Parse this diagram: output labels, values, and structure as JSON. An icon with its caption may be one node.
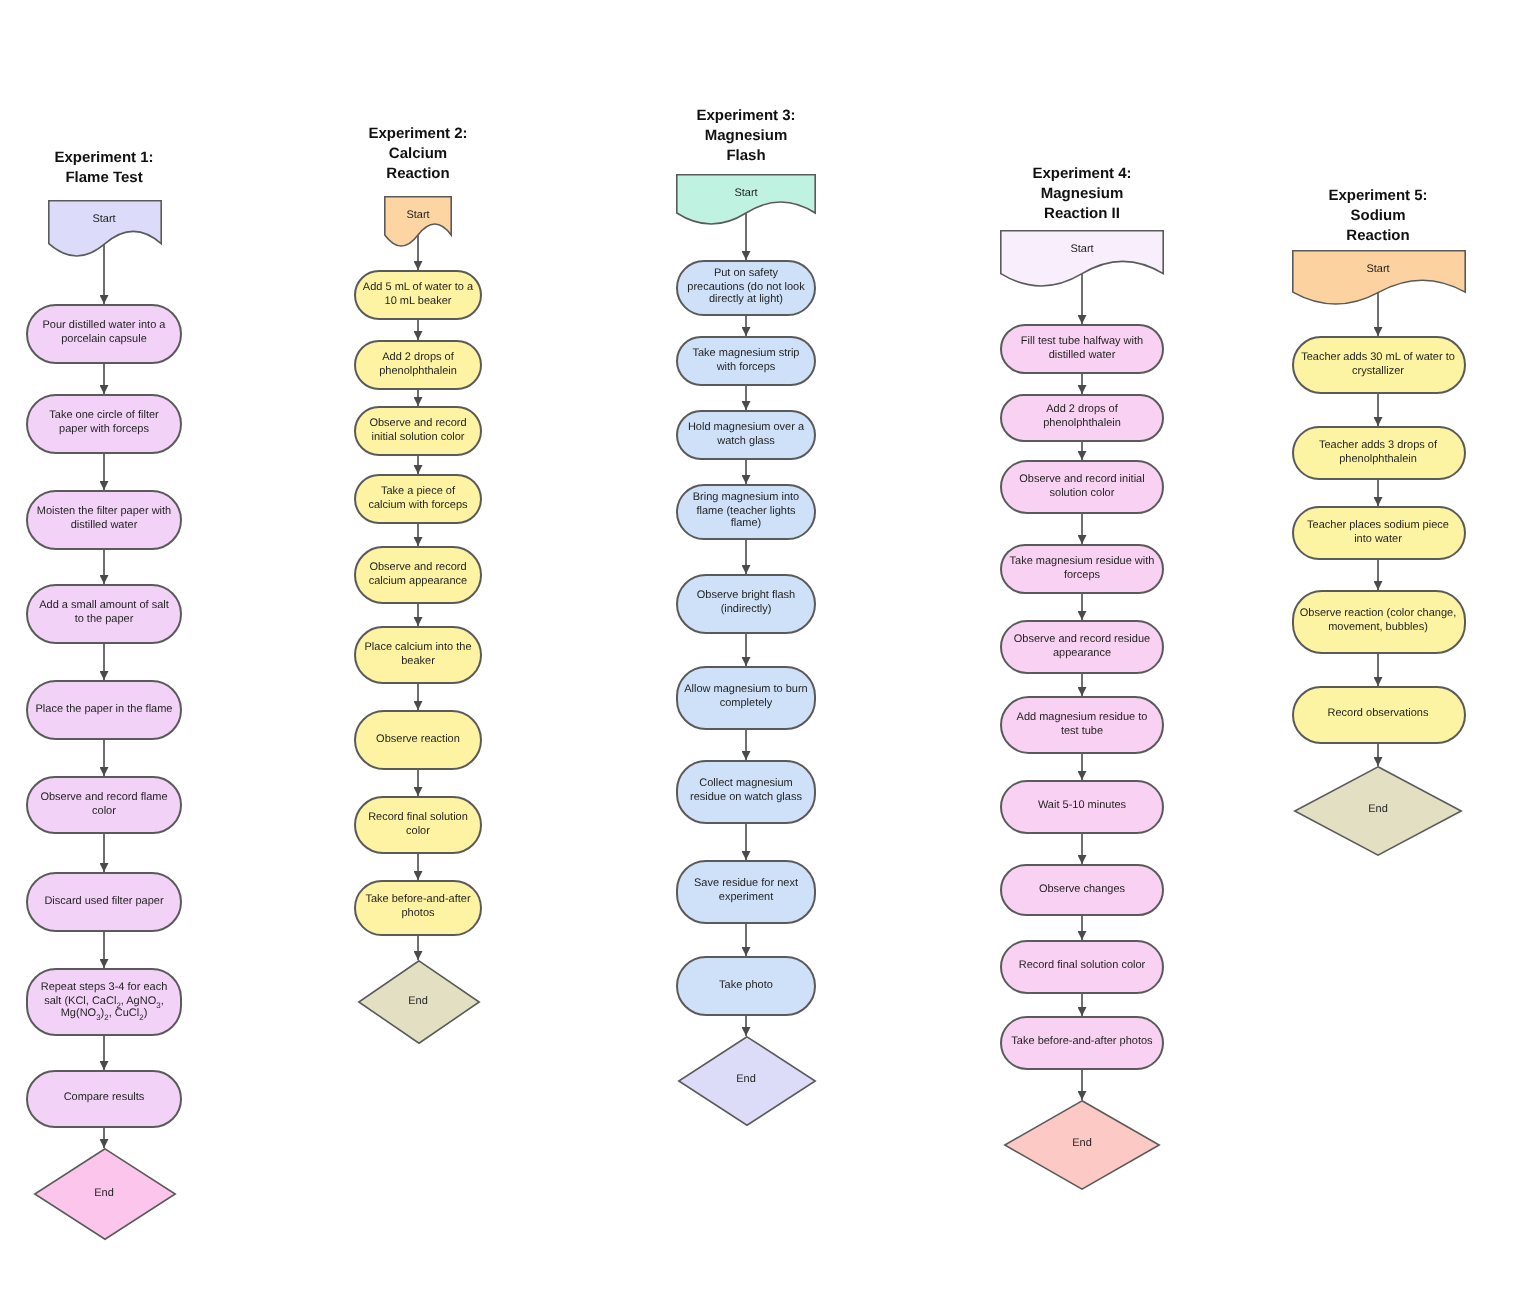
{
  "diagram": {
    "nodes": [
      {
        "text": [
          "Start"
        ]
      },
      {
        "text": [
          "Pour distilled water into a porcelain capsule"
        ]
      },
      {
        "text": [
          "Take one circle of filter paper with forceps"
        ]
      },
      {
        "text": [
          "Moisten the filter paper with distilled water"
        ]
      },
      {
        "text": [
          "Add a small amount of salt to the paper"
        ]
      },
      {
        "text": [
          "Place the paper in the flame"
        ]
      },
      {
        "text": [
          "Observe and record flame color"
        ]
      },
      {
        "text": [
          "Discard used filter paper"
        ]
      },
      {
        "text": [
          "Repeat steps 3-4 for each salt (KCl, CaCl$_{2}$, AgNO$_{3}$, Mg(NO$_{3}$)$_{2}$, CuCl$_{2}$)"
        ]
      },
      {
        "text": [
          "Compare results"
        ]
      },
      {
        "text": [
          "End"
        ]
      },
      {
        "text": [
          "Start"
        ]
      },
      {
        "text": [
          "Add 5 mL of water to a 10 mL beaker"
        ]
      },
      {
        "text": [
          "Add 2 drops of phenolphthalein"
        ]
      },
      {
        "text": [
          "Observe and record initial solution color"
        ]
      },
      {
        "text": [
          "Take a piece of calcium with forceps"
        ]
      },
      {
        "text": [
          "Observe and record calcium appearance"
        ]
      },
      {
        "text": [
          "Place calcium into the beaker"
        ]
      },
      {
        "text": [
          "Observe reaction"
        ]
      },
      {
        "text": [
          "Record final solution color"
        ]
      },
      {
        "text": [
          "Take before-and-after photos"
        ]
      },
      {
        "text": [
          "End"
        ]
      },
      {
        "text": [
          "Start"
        ]
      },
      {
        "text": [
          "Put on safety precautions (do not look directly at light)"
        ]
      },
      {
        "text": [
          "Take magnesium strip with forceps"
        ]
      },
      {
        "text": [
          "Hold magnesium over a watch glass"
        ]
      },
      {
        "text": [
          "Bring magnesium into flame (teacher lights flame)"
        ]
      },
      {
        "text": [
          "Observe bright flash (indirectly)"
        ]
      },
      {
        "text": [
          "Allow magnesium to burn completely"
        ]
      },
      {
        "text": [
          "Collect magnesium residue on watch glass"
        ]
      },
      {
        "text": [
          "Save residue for next experiment"
        ]
      },
      {
        "text": [
          "Take photo"
        ]
      },
      {
        "text": [
          "End"
        ]
      },
      {
        "text": [
          "Start"
        ]
      },
      {
        "text": [
          "Fill test tube halfway with distilled water"
        ]
      },
      {
        "text": [
          "Add 2 drops of phenolphthalein"
        ]
      },
      {
        "text": [
          "Observe and record initial solution color"
        ]
      },
      {
        "text": [
          "Take magnesium residue with forceps"
        ]
      },
      {
        "text": [
          "Observe and record residue appearance"
        ]
      },
      {
        "text": [
          "Add magnesium residue to test tube"
        ]
      },
      {
        "text": [
          "Wait 5-10 minutes"
        ]
      },
      {
        "text": [
          "Observe changes"
        ]
      },
      {
        "text": [
          "Record final solution color"
        ]
      },
      {
        "text": [
          "Take before-and-after photos"
        ]
      },
      {
        "text": [
          "End"
        ]
      },
      {
        "text": [
          "Start"
        ]
      },
      {
        "text": [
          "Teacher adds 30 mL of water to crystallizer"
        ]
      },
      {
        "text": [
          "Teacher adds 3 drops of phenolphthalein"
        ]
      },
      {
        "text": [
          "Teacher places sodium piece into water"
        ]
      },
      {
        "text": [
          "Observe reaction (color change, movement, bubbles)"
        ]
      },
      {
        "text": [
          "Record observations"
        ]
      },
      {
        "text": [
          "End"
        ]
      }
    ],
    "edges": [
      {
        "from": 0,
        "to": 1,
        "arrow": "to"
      },
      {
        "from": 1,
        "to": 2,
        "arrow": "to"
      },
      {
        "from": 2,
        "to": 3,
        "arrow": "to"
      },
      {
        "from": 3,
        "to": 4,
        "arrow": "to"
      },
      {
        "from": 4,
        "to": 5,
        "arrow": "to"
      },
      {
        "from": 5,
        "to": 6,
        "arrow": "to"
      },
      {
        "from": 6,
        "to": 7,
        "arrow": "to"
      },
      {
        "from": 7,
        "to": 8,
        "arrow": "to"
      },
      {
        "from": 8,
        "to": 9,
        "arrow": "to"
      },
      {
        "from": 9,
        "to": 10,
        "arrow": "to"
      },
      {
        "from": 11,
        "to": 12,
        "arrow": "to"
      },
      {
        "from": 12,
        "to": 13,
        "arrow": "to"
      },
      {
        "from": 13,
        "to": 14,
        "arrow": "to"
      },
      {
        "from": 14,
        "to": 15,
        "arrow": "to"
      },
      {
        "from": 15,
        "to": 16,
        "arrow": "to"
      },
      {
        "from": 16,
        "to": 17,
        "arrow": "to"
      },
      {
        "from": 17,
        "to": 18,
        "arrow": "to"
      },
      {
        "from": 18,
        "to": 19,
        "arrow": "to"
      },
      {
        "from": 19,
        "to": 20,
        "arrow": "to"
      },
      {
        "from": 20,
        "to": 21,
        "arrow": "to"
      },
      {
        "from": 22,
        "to": 23,
        "arrow": "to"
      },
      {
        "from": 23,
        "to": 24,
        "arrow": "to"
      },
      {
        "from": 24,
        "to": 25,
        "arrow": "to"
      },
      {
        "from": 25,
        "to": 26,
        "arrow": "to"
      },
      {
        "from": 26,
        "to": 27,
        "arrow": "to"
      },
      {
        "from": 27,
        "to": 28,
        "arrow": "to"
      },
      {
        "from": 28,
        "to": 29,
        "arrow": "to"
      },
      {
        "from": 29,
        "to": 30,
        "arrow": "to"
      },
      {
        "from": 30,
        "to": 31,
        "arrow": "to"
      },
      {
        "from": 31,
        "to": 32,
        "arrow": "to"
      },
      {
        "from": 33,
        "to": 34,
        "arrow": "to"
      },
      {
        "from": 34,
        "to": 35,
        "arrow": "to"
      },
      {
        "from": 35,
        "to": 36,
        "arrow": "to"
      },
      {
        "from": 36,
        "to": 37,
        "arrow": "to"
      },
      {
        "from": 37,
        "to": 38,
        "arrow": "to"
      },
      {
        "from": 38,
        "to": 39,
        "arrow": "to"
      },
      {
        "from": 39,
        "to": 40,
        "arrow": "to"
      },
      {
        "from": 40,
        "to": 41,
        "arrow": "to"
      },
      {
        "from": 41,
        "to": 42,
        "arrow": "to"
      },
      {
        "from": 42,
        "to": 43,
        "arrow": "to"
      },
      {
        "from": 43,
        "to": 44,
        "arrow": "to"
      },
      {
        "from": 45,
        "to": 46,
        "arrow": "to"
      },
      {
        "from": 46,
        "to": 47,
        "arrow": "to"
      },
      {
        "from": 47,
        "to": 48,
        "arrow": "to"
      },
      {
        "from": 48,
        "to": 49,
        "arrow": "to"
      },
      {
        "from": 49,
        "to": 50,
        "arrow": "to"
      },
      {
        "from": 50,
        "to": 51,
        "arrow": "to"
      }
    ],
    "labels": [
      "Experiment 1: Flame Test",
      "Experiment 2: Calcium Reaction",
      "Experiment 3: Magnesium Flash",
      "Experiment 4: Magnesium Reaction II",
      "Experiment 5: Sodium Reaction"
    ]
  }
}
